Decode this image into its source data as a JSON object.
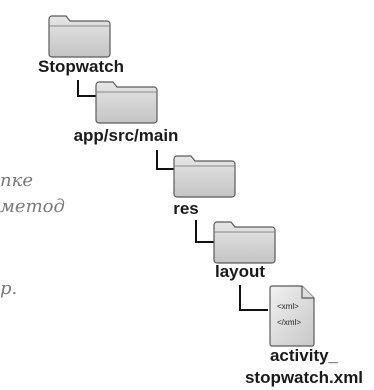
{
  "folders": [
    {
      "label": "Stopwatch"
    },
    {
      "label": "app/src/main"
    },
    {
      "label": "res"
    },
    {
      "label": "layout"
    }
  ],
  "file": {
    "label_line1": "activity_",
    "label_line2": "stopwatch.xml",
    "tag_open": "<xml>",
    "tag_close": "</xml>"
  },
  "side_text": {
    "line1": "пке",
    "line2": "метод",
    "line3": "р."
  },
  "colors": {
    "folder_fill": "#d9d9d9",
    "folder_stroke": "#5a5a5a",
    "connector": "#111111",
    "handwriting": "#7a7a7a"
  }
}
